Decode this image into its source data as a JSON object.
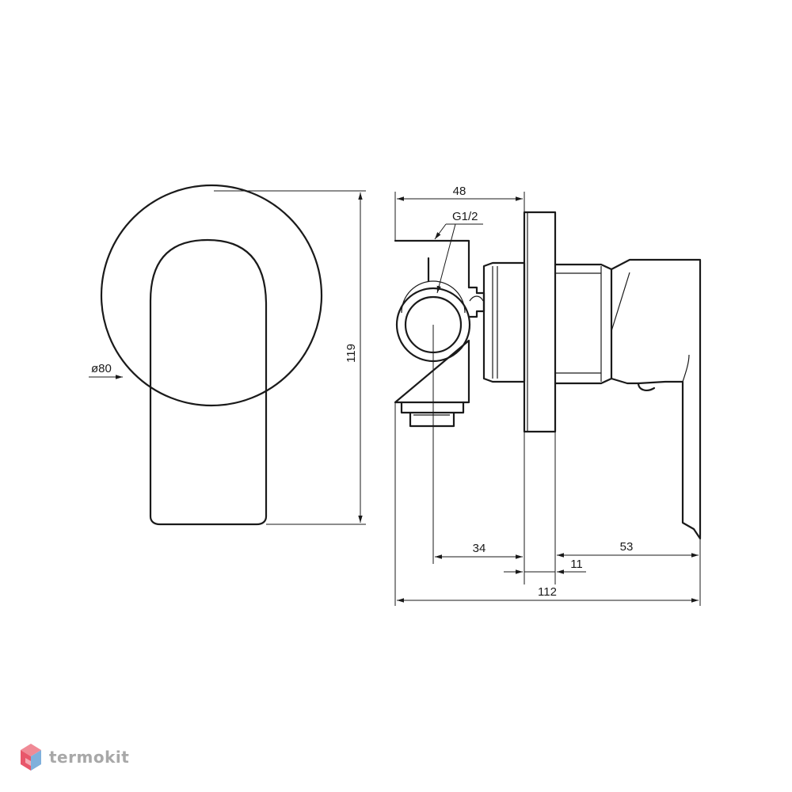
{
  "dimensions": {
    "front_height": "119",
    "front_diameter": "ø80",
    "side_depth_top": "48",
    "thread": "G1/2",
    "depth_to_plate": "34",
    "handle_projection": "53",
    "plate_thickness": "11",
    "overall_depth": "112"
  },
  "brand": {
    "name": "termokit",
    "logo_colors": [
      "#e8576b",
      "#f08a96",
      "#7fb0dc",
      "#4a86c5"
    ]
  }
}
